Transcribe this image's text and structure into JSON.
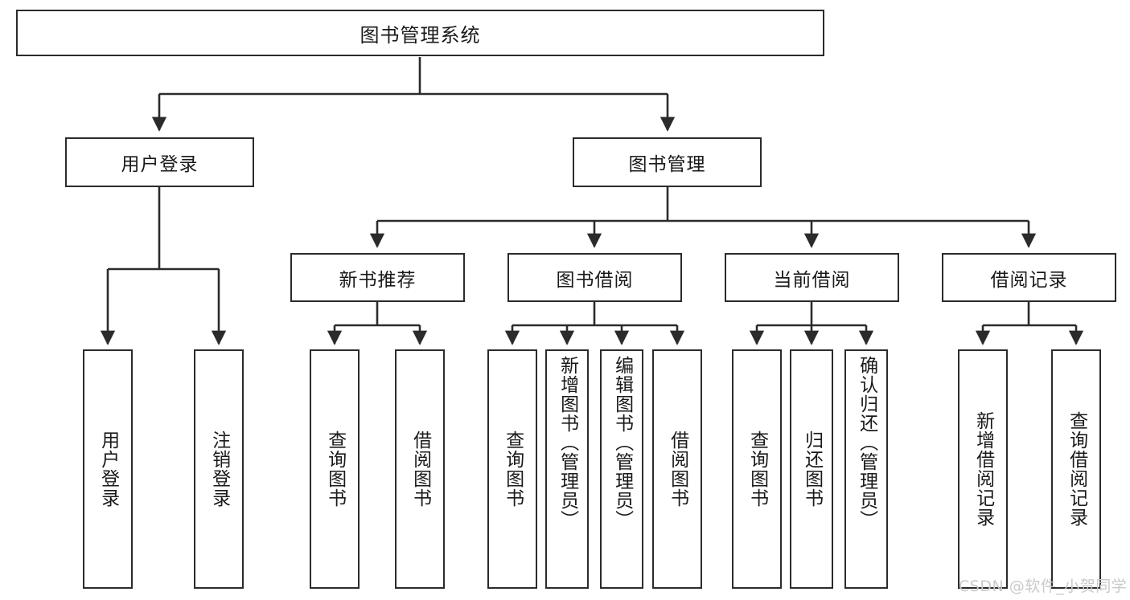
{
  "diagram": {
    "type": "hierarchy-tree",
    "title": "图书管理系统",
    "root": {
      "id": "root",
      "label": "图书管理系统"
    },
    "level2": [
      {
        "id": "user-login",
        "label": "用户登录"
      },
      {
        "id": "book-manage",
        "label": "图书管理"
      }
    ],
    "level3": [
      {
        "id": "new-book-rec",
        "label": "新书推荐",
        "parent": "book-manage"
      },
      {
        "id": "book-borrow",
        "label": "图书借阅",
        "parent": "book-manage"
      },
      {
        "id": "current-borrow",
        "label": "当前借阅",
        "parent": "book-manage"
      },
      {
        "id": "borrow-record",
        "label": "借阅记录",
        "parent": "book-manage"
      }
    ],
    "leaves": [
      {
        "id": "leaf-user-login",
        "label": "用户登录",
        "parent": "user-login"
      },
      {
        "id": "leaf-user-logout",
        "label": "注销登录",
        "parent": "user-login"
      },
      {
        "id": "leaf-query-book-1",
        "label": "查询图书",
        "parent": "new-book-rec"
      },
      {
        "id": "leaf-borrow-book-1",
        "label": "借阅图书",
        "parent": "new-book-rec"
      },
      {
        "id": "leaf-query-book-2",
        "label": "查询图书",
        "parent": "book-borrow"
      },
      {
        "id": "leaf-add-book",
        "label": "新增图书（管理员）",
        "parent": "book-borrow"
      },
      {
        "id": "leaf-edit-book",
        "label": "编辑图书（管理员）",
        "parent": "book-borrow"
      },
      {
        "id": "leaf-borrow-book-2",
        "label": "借阅图书",
        "parent": "book-borrow"
      },
      {
        "id": "leaf-query-book-3",
        "label": "查询图书",
        "parent": "current-borrow"
      },
      {
        "id": "leaf-return-book",
        "label": "归还图书",
        "parent": "current-borrow"
      },
      {
        "id": "leaf-confirm-return",
        "label": "确认归还（管理员）",
        "parent": "current-borrow"
      },
      {
        "id": "leaf-add-record",
        "label": "新增借阅记录",
        "parent": "borrow-record"
      },
      {
        "id": "leaf-query-record",
        "label": "查询借阅记录",
        "parent": "borrow-record"
      }
    ],
    "colors": {
      "border": "#2b2b2b",
      "background": "#ffffff",
      "text": "#1a1a1a",
      "watermark": "#c9c9c9"
    }
  },
  "watermark": {
    "text": "CSDN @软件_小贺同学"
  }
}
